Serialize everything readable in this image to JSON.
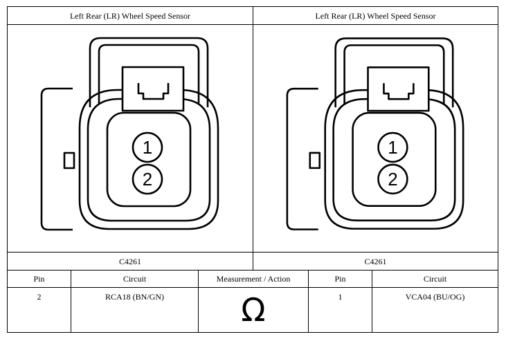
{
  "header": {
    "left_title": "Left Rear (LR) Wheel Speed Sensor",
    "right_title": "Left Rear (LR) Wheel Speed Sensor"
  },
  "connectors": {
    "left_label": "C4261",
    "right_label": "C4261",
    "pins": [
      "1",
      "2"
    ]
  },
  "table": {
    "headers": {
      "pin_left": "Pin",
      "circuit_left": "Circuit",
      "measurement": "Measurement / Action",
      "pin_right": "Pin",
      "circuit_right": "Circuit"
    },
    "row": {
      "pin_left": "2",
      "circuit_left": "RCA18 (BN/GN)",
      "measurement_symbol": "Ω",
      "pin_right": "1",
      "circuit_right": "VCA04 (BU/OG)"
    }
  }
}
